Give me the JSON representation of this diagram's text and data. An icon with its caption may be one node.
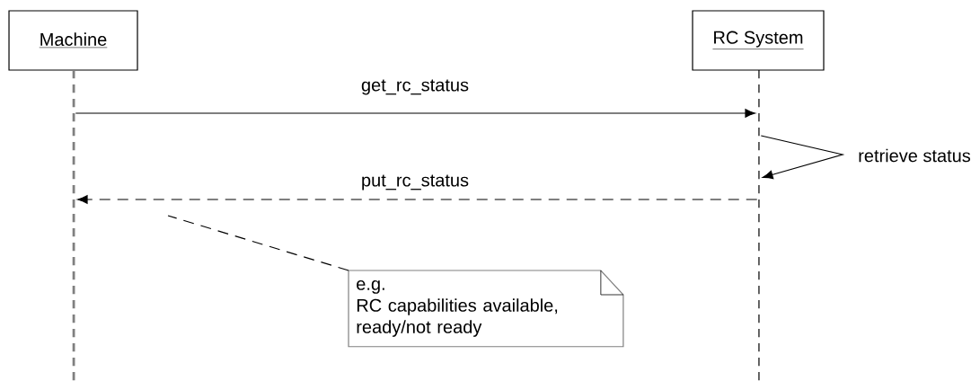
{
  "diagram": {
    "nodes": [
      {
        "text": [
          "Machine"
        ]
      },
      {
        "text": [
          "RC System"
        ]
      },
      {
        "text": [
          "e.g.",
          "RC capabilities available, ready/not ready"
        ]
      },
      {
        "text": [],
        "shape": "line"
      },
      {
        "text": [],
        "shape": "line"
      }
    ],
    "edges": [
      {
        "from": 3,
        "to": 4,
        "arrow": "to",
        "label": "get_rc_status"
      },
      {
        "from": 4,
        "to": 4,
        "arrow": "to",
        "label": "retrieve status"
      },
      {
        "from": 4,
        "to": 3,
        "arrow": "to",
        "label": "put_rc_status",
        "style": "dashed"
      },
      {
        "from": 2,
        "to": null,
        "arrow": "none",
        "style": "dashed"
      }
    ]
  }
}
